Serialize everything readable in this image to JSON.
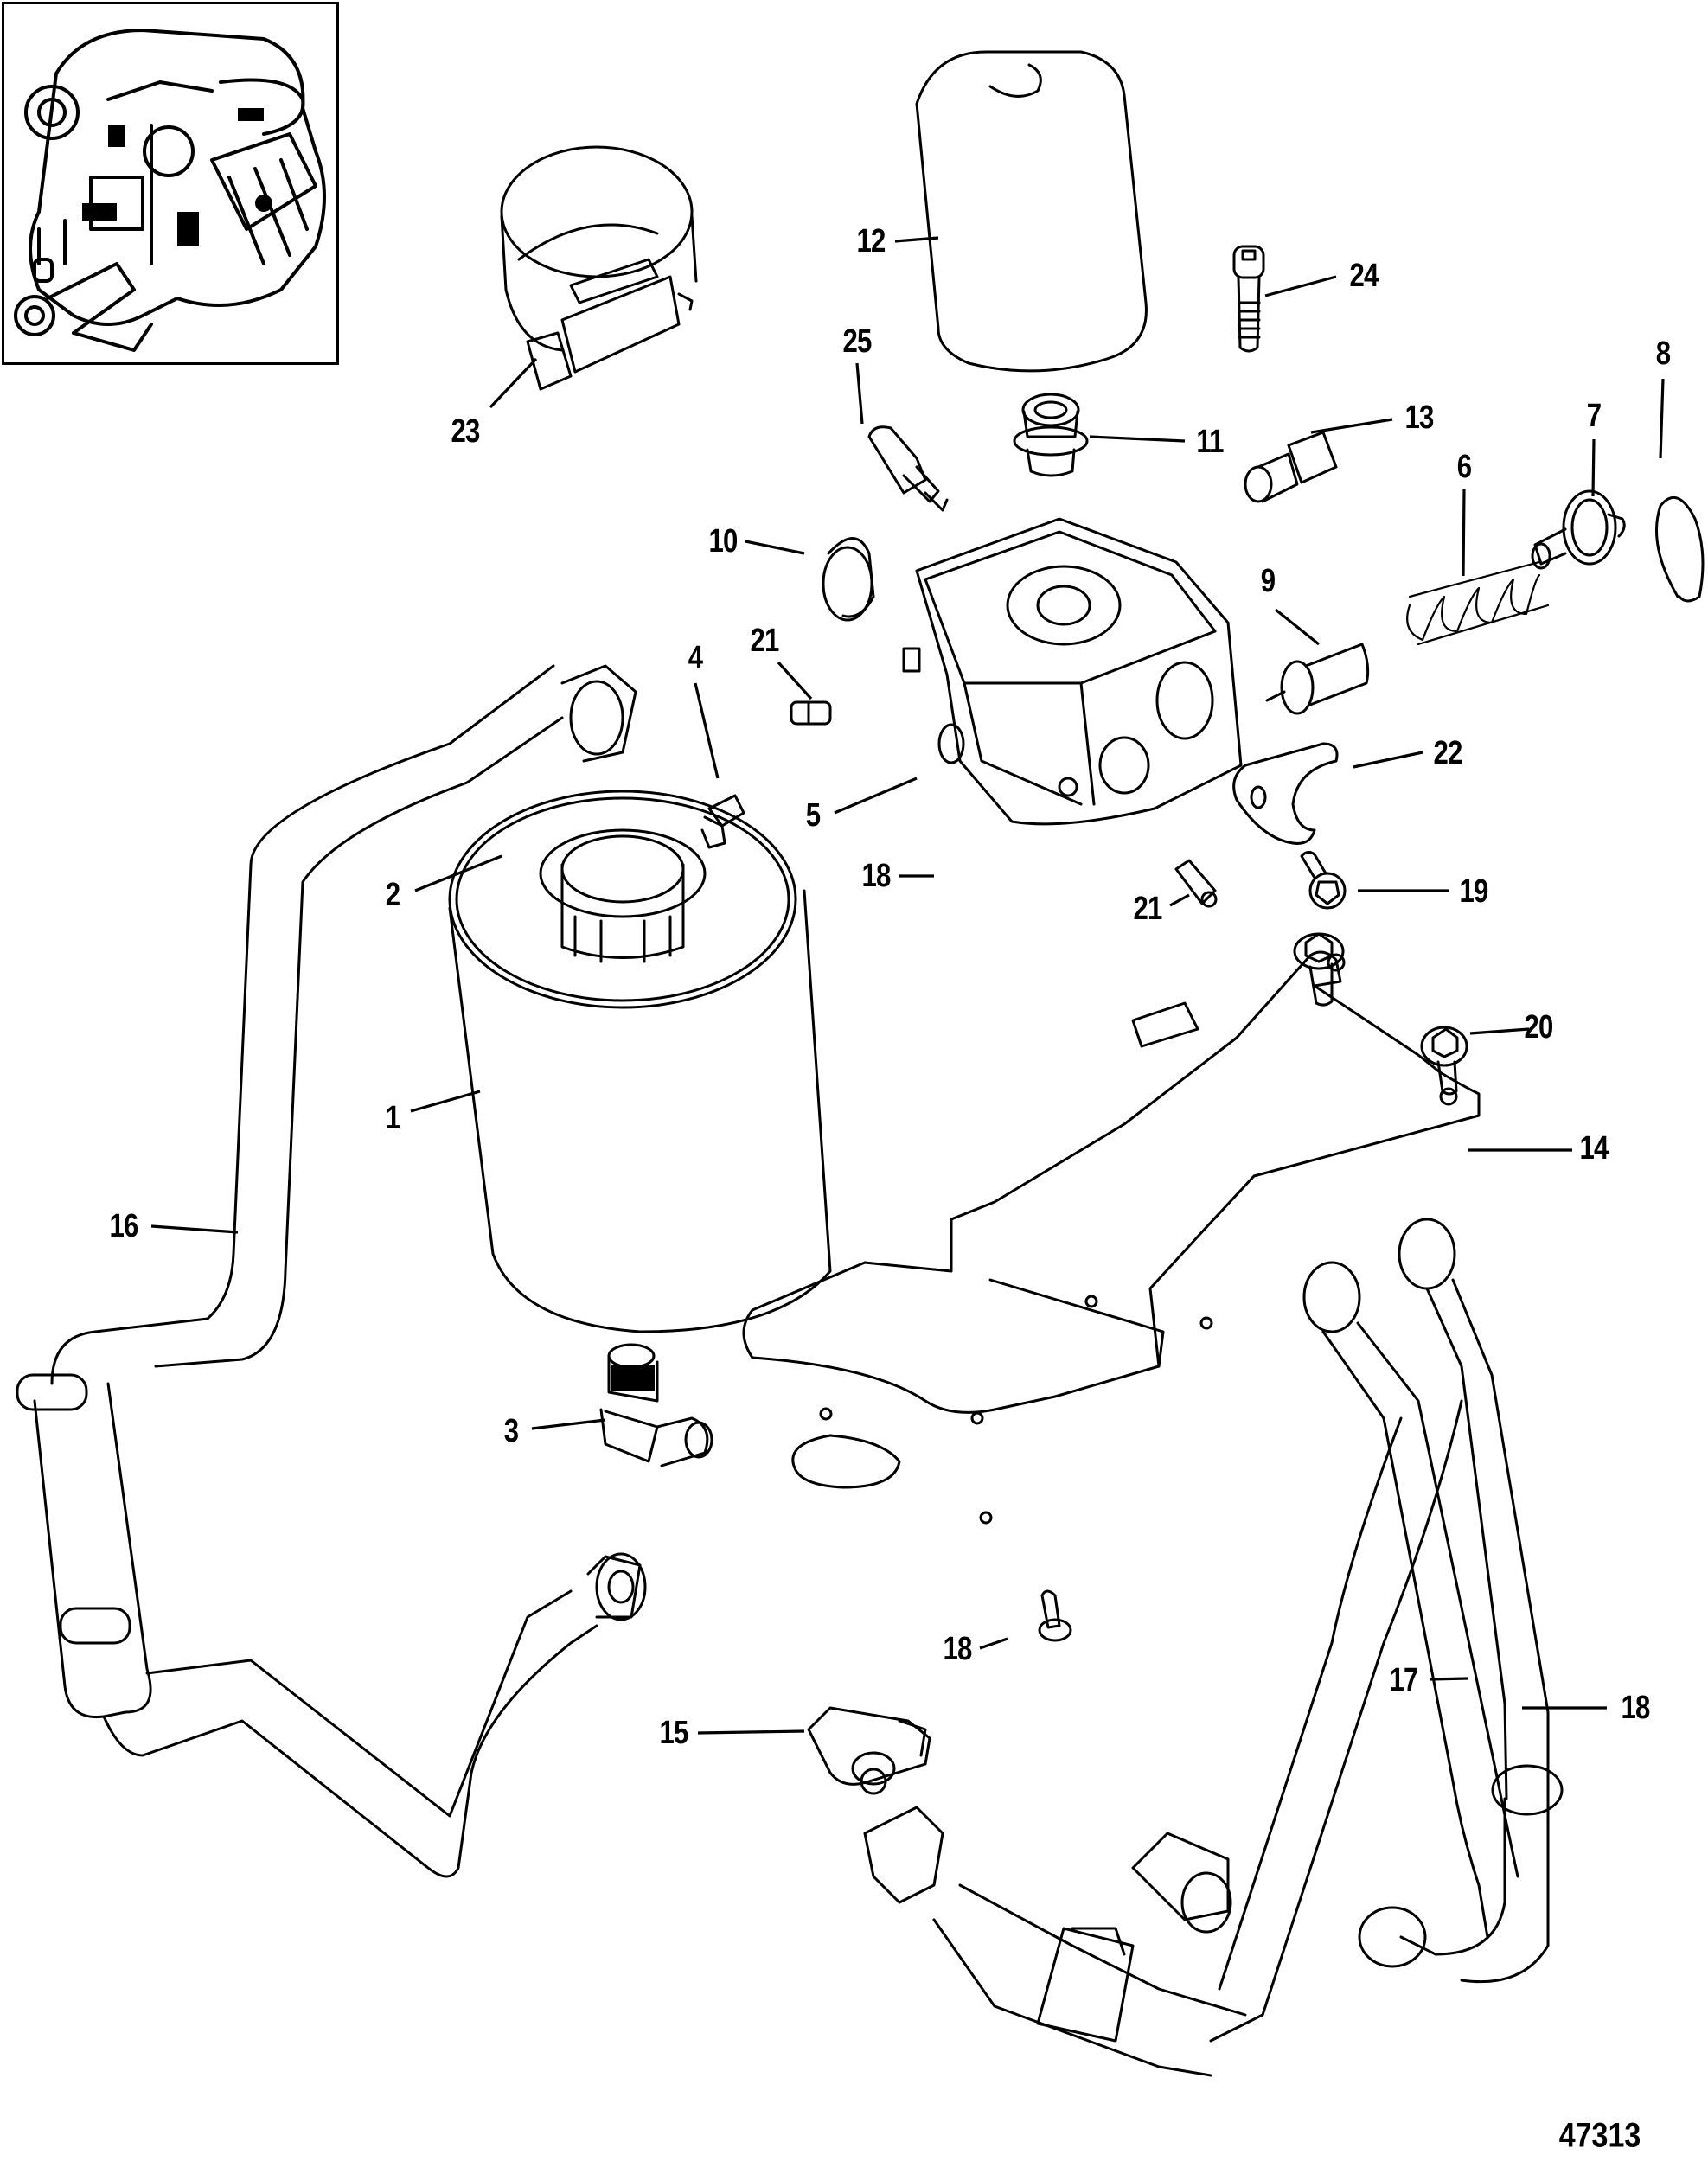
{
  "figure": {
    "number": "47313",
    "type": "exploded parts diagram",
    "inset": "engine-overview-thumbnail"
  },
  "callouts": [
    {
      "id": "c23",
      "label": "23",
      "part": "hose-clamp"
    },
    {
      "id": "c12",
      "label": "12",
      "part": "filter-cartridge"
    },
    {
      "id": "c24",
      "label": "24",
      "part": "socket-head-screw"
    },
    {
      "id": "c25",
      "label": "25",
      "part": "sensor"
    },
    {
      "id": "c11",
      "label": "11",
      "part": "plug-fitting"
    },
    {
      "id": "c13",
      "label": "13",
      "part": "sender"
    },
    {
      "id": "c8",
      "label": "8",
      "part": "retaining-ring"
    },
    {
      "id": "c7",
      "label": "7",
      "part": "valve-cap"
    },
    {
      "id": "c6",
      "label": "6",
      "part": "spring"
    },
    {
      "id": "c10",
      "label": "10",
      "part": "plug"
    },
    {
      "id": "c9",
      "label": "9",
      "part": "valve-piston"
    },
    {
      "id": "c21a",
      "label": "21",
      "part": "fitting"
    },
    {
      "id": "c4",
      "label": "4",
      "part": "drain-valve"
    },
    {
      "id": "c22",
      "label": "22",
      "part": "clip"
    },
    {
      "id": "c5",
      "label": "5",
      "part": "filter-adapter-housing"
    },
    {
      "id": "c2",
      "label": "2",
      "part": "cap"
    },
    {
      "id": "c18a",
      "label": "18",
      "part": "screw"
    },
    {
      "id": "c21b",
      "label": "21",
      "part": "fitting"
    },
    {
      "id": "c19",
      "label": "19",
      "part": "screw"
    },
    {
      "id": "c20",
      "label": "20",
      "part": "screw"
    },
    {
      "id": "c1",
      "label": "1",
      "part": "filter-canister"
    },
    {
      "id": "c14",
      "label": "14",
      "part": "mounting-bracket"
    },
    {
      "id": "c16",
      "label": "16",
      "part": "hose-assembly"
    },
    {
      "id": "c3",
      "label": "3",
      "part": "elbow-fitting"
    },
    {
      "id": "c18b",
      "label": "18",
      "part": "screw"
    },
    {
      "id": "c17",
      "label": "17",
      "part": "hose"
    },
    {
      "id": "c18c",
      "label": "18",
      "part": "hose"
    },
    {
      "id": "c15",
      "label": "15",
      "part": "elbow-fitting"
    }
  ]
}
